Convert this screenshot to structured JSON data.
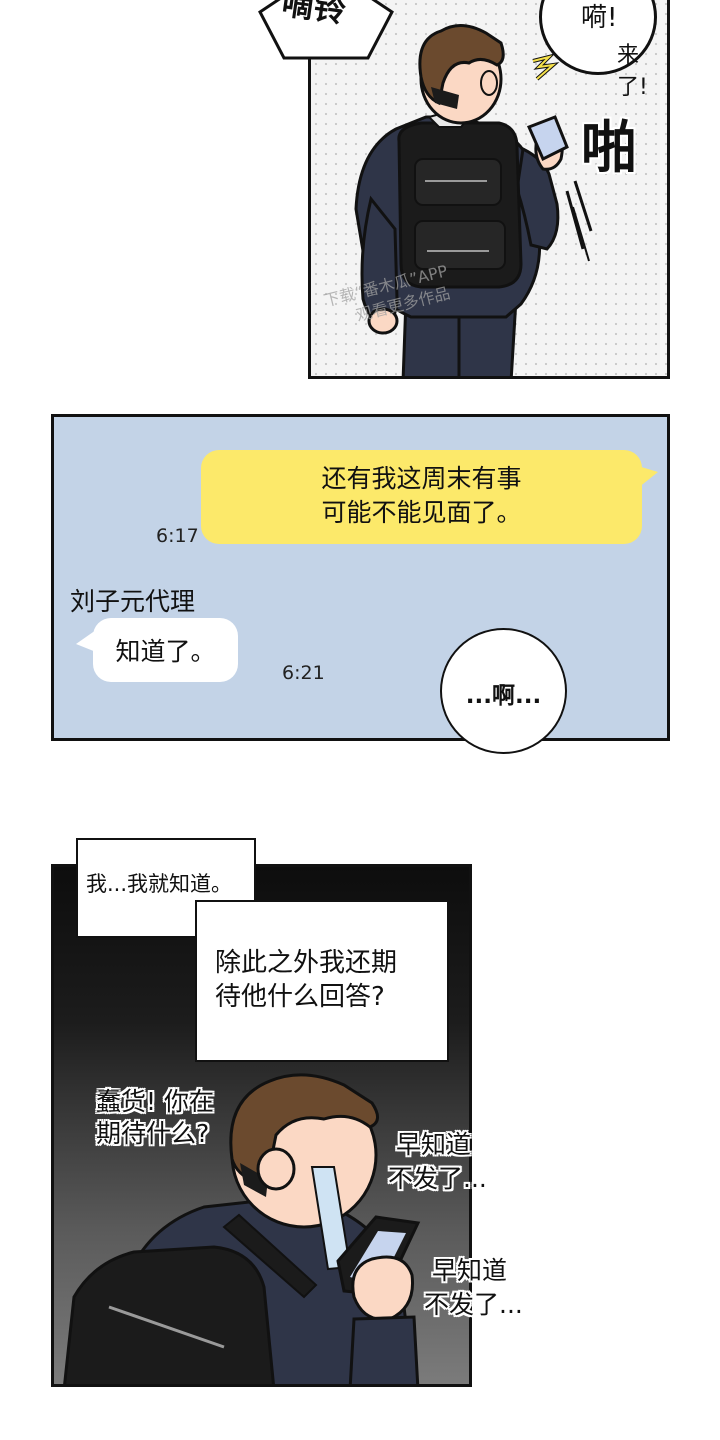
{
  "panel1": {
    "sfx_ring": "嘀铃",
    "speech_top": "嗬!",
    "speech_sub": "来了!",
    "sfx_slap": "啪",
    "watermark_line1": "下载“番木瓜”APP",
    "watermark_line2": "观看更多作品"
  },
  "panel2": {
    "sent_message": [
      "还有我这周末有事",
      "可能不能见面了。"
    ],
    "sent_time": "6:17",
    "sender_name": "刘子元代理",
    "received_message": "知道了。",
    "received_time": "6:21",
    "reaction_bubble": "...啊..."
  },
  "panel3": {
    "narration_1": "我...我就知道。",
    "narration_2": [
      "除此之外我还期",
      "待他什么回答?"
    ],
    "thought_left": [
      "蠢货! 你在",
      "期待什么?"
    ],
    "thought_right_1": [
      "早知道",
      "不发了..."
    ],
    "thought_right_2": [
      "早知道",
      "不发了..."
    ]
  },
  "colors": {
    "chat_background": "#c3d3e7",
    "sent_bubble": "#fce96a",
    "received_bubble": "#ffffff",
    "jacket": "#2f3548",
    "hair": "#6b4a2e",
    "skin": "#fbd8c4",
    "phone_screen": "#c6d4ee"
  }
}
